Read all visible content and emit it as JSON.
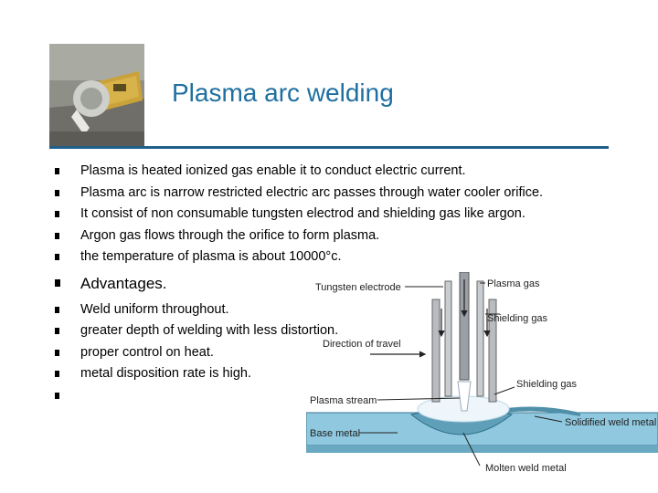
{
  "slide": {
    "title": "Plasma arc welding",
    "points": [
      "Plasma is heated  ionized gas  enable it to conduct electric current.",
      "Plasma arc is narrow restricted electric arc passes through water cooler orifice.",
      "It consist of non consumable tungsten electrod and shielding gas like argon.",
      "Argon gas flows through the orifice to form plasma.",
      "the temperature of plasma is about 10000°c."
    ],
    "advantages_heading": "Advantages.",
    "advantages": [
      "Weld uniform throughout.",
      "greater depth of welding with less distortion.",
      "proper control on heat.",
      "metal disposition rate is high.",
      ""
    ]
  },
  "diagram": {
    "labels": {
      "tungsten_electrode": "Tungsten electrode",
      "plasma_gas": "Plasma gas",
      "shielding_gas_top": "Shielding gas",
      "direction_of_travel": "Direction of travel",
      "shielding_gas_side": "Shielding gas",
      "plasma_stream": "Plasma stream",
      "solidified_weld_metal": "Solidified weld metal",
      "base_metal": "Base metal",
      "molten_weld_metal": "Molten weld metal"
    },
    "colors": {
      "base_metal": "#8fc8df",
      "weld": "#5f9fb8",
      "torch": "#b8bcc0",
      "title": "#1f6fa0"
    }
  }
}
